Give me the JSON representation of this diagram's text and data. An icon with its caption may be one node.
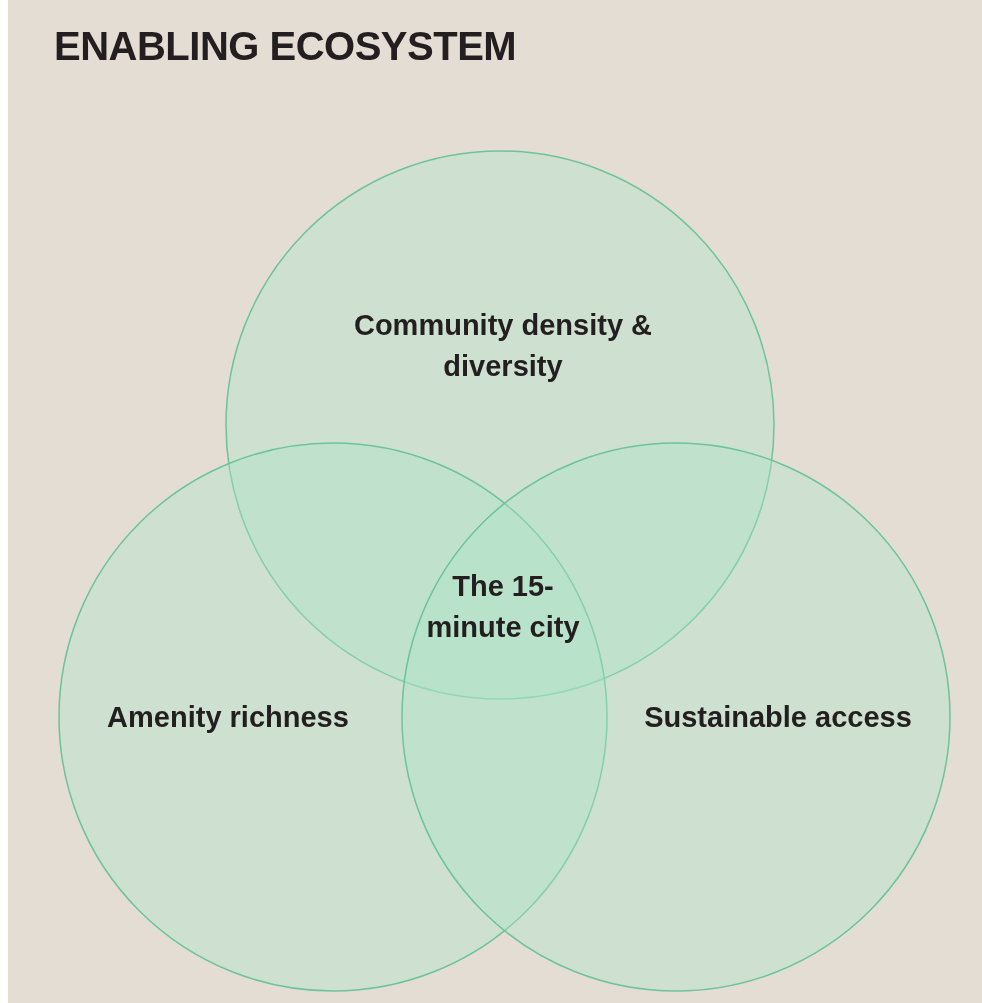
{
  "diagram": {
    "title": "ENABLING ECOSYSTEM",
    "nodes": [
      {
        "text": [
          "Community density & diversity"
        ]
      },
      {
        "text": [
          "Amenity richness"
        ]
      },
      {
        "text": [
          "Sustainable access"
        ]
      },
      {
        "text": [
          "The 15-minute city"
        ]
      }
    ],
    "edges": []
  }
}
